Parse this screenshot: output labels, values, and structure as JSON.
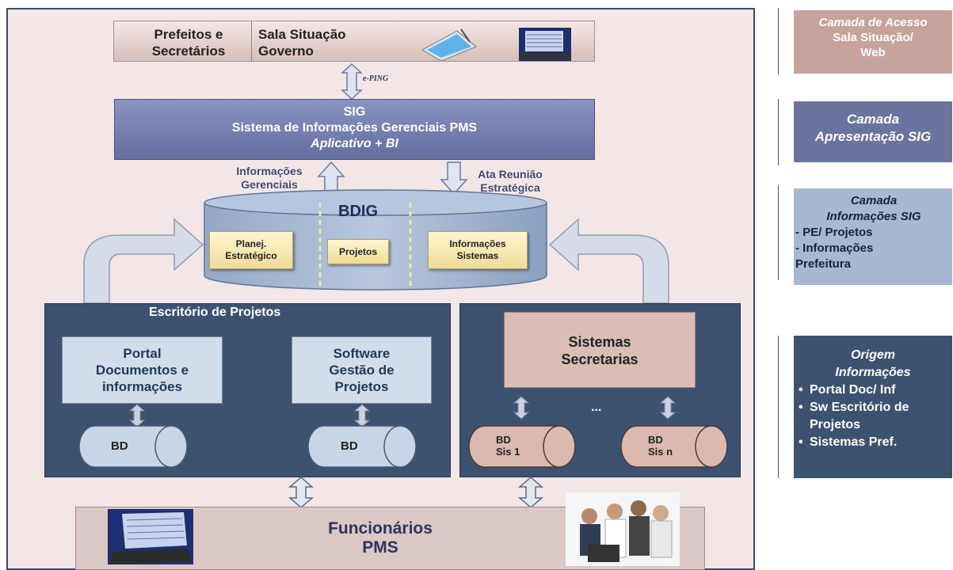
{
  "top": {
    "left_line1": "Prefeitos e",
    "left_line2": "Secretários",
    "right_line1": "Sala Situação",
    "right_line2": "Governo"
  },
  "eping": "e-PING",
  "sig": {
    "line1": "SIG",
    "line2": "Sistema de Informações Gerenciais PMS",
    "line3": "Aplicativo + BI"
  },
  "arrows": {
    "up_line1": "Informações",
    "up_line2": "Gerenciais",
    "down_line1": "Ata Reunião",
    "down_line2": "Estratégica"
  },
  "bdig": {
    "title": "BDIG",
    "box1_line1": "Planej.",
    "box1_line2": "Estratégico",
    "box2": "Projetos",
    "box3_line1": "Informações",
    "box3_line2": "Sistemas"
  },
  "escritorio": {
    "title": "Escritório de Projetos",
    "portal_line1": "Portal",
    "portal_line2": "Documentos e",
    "portal_line3": "informações",
    "software_line1": "Software",
    "software_line2": "Gestão de",
    "software_line3": "Projetos",
    "db1": "BD",
    "db2": "BD"
  },
  "sistemas": {
    "line1": "Sistemas",
    "line2": "Secretarias",
    "ellipsis": "...",
    "db1_line1": "BD",
    "db1_line2": "Sis 1",
    "db2_line1": "BD",
    "db2_line2": "Sis n"
  },
  "bottom": {
    "line1": "Funcionários",
    "line2": "PMS"
  },
  "right": {
    "p1_line1": "Camada de Acesso",
    "p1_line2": "Sala Situação/",
    "p1_line3": "Web",
    "p2_line1": "Camada",
    "p2_line2": "Apresentação SIG",
    "p3_line1": "Camada",
    "p3_line2": "Informações SIG",
    "p3_line3": "- PE/ Projetos",
    "p3_line4": "- Informações",
    "p3_line5": "Prefeitura",
    "p4_line1": "Origem",
    "p4_line2": "Informações",
    "p4_items": [
      "Portal Doc/ Inf",
      "Sw Escritório de Projetos",
      "Sistemas Pref."
    ]
  }
}
